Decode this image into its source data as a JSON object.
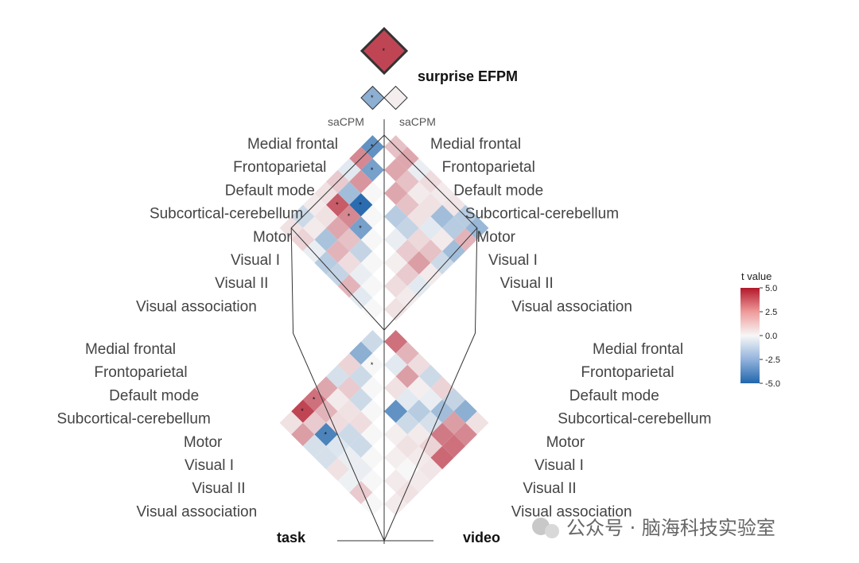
{
  "chart_data": {
    "type": "heatmap",
    "title": "surprise EFPM",
    "networks": [
      "Medial frontal",
      "Frontoparietal",
      "Default mode",
      "Subcortical-cerebellum",
      "Motor",
      "Visual I",
      "Visual II",
      "Visual association"
    ],
    "panels": [
      {
        "name": "task",
        "side_label": "saCPM",
        "rows": [
          [
            -3.5,
            2.5,
            -0.5,
            1.0,
            0.5,
            0.3,
            -1.0,
            0.5
          ],
          [
            0.0,
            -3.0,
            2.2,
            -2.0,
            3.5,
            0.5,
            0.3,
            0.8
          ],
          [
            0.0,
            0.0,
            0.0,
            -4.8,
            2.5,
            1.8,
            -1.8,
            -0.3
          ],
          [
            0.0,
            0.0,
            0.0,
            0.0,
            -3.0,
            1.2,
            1.5,
            -1.5
          ],
          [
            0.0,
            0.0,
            0.0,
            0.0,
            0.0,
            -1.2,
            0.6,
            -1.2
          ],
          [
            0.0,
            0.0,
            0.0,
            0.0,
            0.0,
            0.0,
            -0.3,
            1.5
          ],
          [
            0.0,
            0.0,
            0.0,
            0.0,
            0.0,
            0.0,
            0.0,
            -0.5
          ],
          [
            0.0,
            0.0,
            0.0,
            0.0,
            0.0,
            0.0,
            0.0,
            0.0
          ]
        ],
        "cross_rows": [
          [
            -1.0,
            -2.5,
            0.8,
            -0.8,
            1.8,
            3.0,
            4.0,
            0.5
          ],
          [
            0.0,
            0.0,
            -1.0,
            1.0,
            0.3,
            1.5,
            1.0,
            2.0
          ],
          [
            0.0,
            0.0,
            0.0,
            -1.0,
            0.5,
            0.6,
            -4.0,
            -0.8
          ],
          [
            0.0,
            0.0,
            0.0,
            0.0,
            0.6,
            -1.0,
            -0.6,
            -0.8
          ],
          [
            0.0,
            0.0,
            0.0,
            0.0,
            0.0,
            -1.0,
            -0.3,
            0.5
          ],
          [
            0.0,
            0.0,
            0.0,
            0.0,
            0.0,
            0.0,
            -0.3,
            -0.2
          ],
          [
            0.0,
            0.0,
            0.0,
            0.0,
            0.0,
            0.0,
            0.0,
            1.0
          ],
          [
            0.0,
            0.0,
            0.0,
            0.0,
            0.0,
            0.0,
            0.0,
            0.0
          ]
        ],
        "sig_within": [
          "0,0",
          "1,1",
          "1,4",
          "2,3",
          "2,4",
          "3,4"
        ],
        "sig_cross": [
          "0,5",
          "0,6",
          "2,6",
          "1,1"
        ]
      },
      {
        "name": "video",
        "side_label": "saCPM",
        "rows": [
          [
            1.2,
            1.8,
            -0.3,
            0.6,
            0.3,
            0.4,
            -1.5,
            -2.2
          ],
          [
            0.0,
            1.8,
            1.2,
            0.3,
            0.5,
            -2.0,
            -1.5,
            1.5
          ],
          [
            0.0,
            0.0,
            1.8,
            1.2,
            0.5,
            -0.5,
            0.3,
            -2.0
          ],
          [
            0.0,
            0.0,
            0.0,
            -1.5,
            -1.2,
            0.7,
            1.2,
            -1.0
          ],
          [
            0.0,
            0.0,
            0.0,
            0.0,
            -0.3,
            1.0,
            2.0,
            0.3
          ],
          [
            0.0,
            0.0,
            0.0,
            0.0,
            0.0,
            0.2,
            1.0,
            -0.5
          ],
          [
            0.0,
            0.0,
            0.0,
            0.0,
            0.0,
            0.0,
            0.6,
            0.3
          ],
          [
            0.0,
            0.0,
            0.0,
            0.0,
            0.0,
            0.0,
            0.0,
            0.5
          ]
        ],
        "cross_rows": [
          [
            3.0,
            1.5,
            0.6,
            -1.0,
            0.8,
            -1.2,
            -2.5,
            0.5
          ],
          [
            0.0,
            -0.5,
            2.0,
            0.2,
            -0.3,
            -2.0,
            2.0,
            2.5
          ],
          [
            0.0,
            0.0,
            0.5,
            -0.5,
            -1.5,
            -0.8,
            2.8,
            3.0
          ],
          [
            0.0,
            0.0,
            0.0,
            -3.5,
            -1.0,
            0.3,
            0.8,
            3.2
          ],
          [
            0.0,
            0.0,
            0.0,
            0.0,
            0.2,
            0.5,
            0.3,
            0.4
          ],
          [
            0.0,
            0.0,
            0.0,
            0.0,
            0.0,
            0.2,
            0.0,
            0.3
          ],
          [
            0.0,
            0.0,
            0.0,
            0.0,
            0.0,
            0.0,
            0.3,
            0.5
          ],
          [
            0.0,
            0.0,
            0.0,
            0.0,
            0.0,
            0.0,
            0.0,
            0.3
          ]
        ],
        "sig_within": [],
        "sig_cross": []
      }
    ],
    "saCPM_values": {
      "task": -2.5,
      "video": 0.2
    },
    "surprise_EFPM_value": 4.0,
    "legend": {
      "title": "t  value",
      "ticks": [
        "5.0",
        "2.5",
        "0.0",
        "-2.5",
        "-5.0"
      ],
      "min": -5.0,
      "max": 5.0,
      "placement": "right"
    },
    "colors": {
      "high": "#b2182b",
      "mid": "#f7f7f7",
      "low": "#2166ac"
    }
  },
  "labels": {
    "title": "surprise EFPM",
    "sacpm_left": "saCPM",
    "sacpm_right": "saCPM",
    "task": "task",
    "video": "video",
    "legend_title": "t  value",
    "watermark": "公众号 · 脑海科技实验室"
  }
}
